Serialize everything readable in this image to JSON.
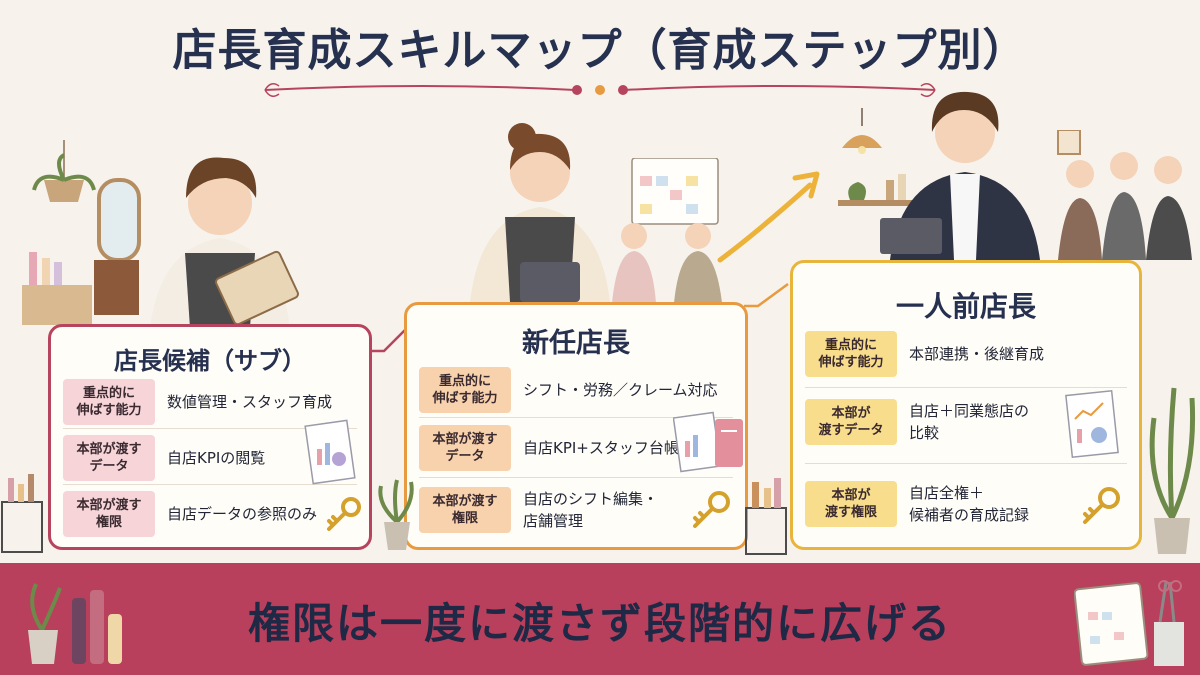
{
  "title": "店長育成スキルマップ（育成ステップ別）",
  "footer": "権限は一度に渡さず段階的に広げる",
  "colors": {
    "candidate": "#b7445e",
    "new_manager": "#e79a3f",
    "full_manager": "#e8b53c",
    "banner": "#b8405c"
  },
  "steps": [
    {
      "title": "店長候補（サブ）",
      "rows": [
        {
          "label": "重点的に\n伸ばす能力",
          "value": "数値管理・スタッフ育成"
        },
        {
          "label": "本部が渡す\nデータ",
          "value": "自店KPIの閲覧"
        },
        {
          "label": "本部が渡す\n権限",
          "value": "自店データの参照のみ"
        }
      ]
    },
    {
      "title": "新任店長",
      "rows": [
        {
          "label": "重点的に\n伸ばす能力",
          "value": "シフト・労務／クレーム対応"
        },
        {
          "label": "本部が渡す\nデータ",
          "value": "自店KPI+スタッフ台帳"
        },
        {
          "label": "本部が渡す\n権限",
          "value": "自店のシフト編集・\n店舗管理"
        }
      ]
    },
    {
      "title": "一人前店長",
      "rows": [
        {
          "label": "重点的に\n伸ばす能力",
          "value": "本部連携・後継育成"
        },
        {
          "label": "本部が\n渡すデータ",
          "value": "自店＋同業態店の\n比較"
        },
        {
          "label": "本部が\n渡す権限",
          "value": "自店全権＋\n候補者の育成記録"
        }
      ]
    }
  ]
}
